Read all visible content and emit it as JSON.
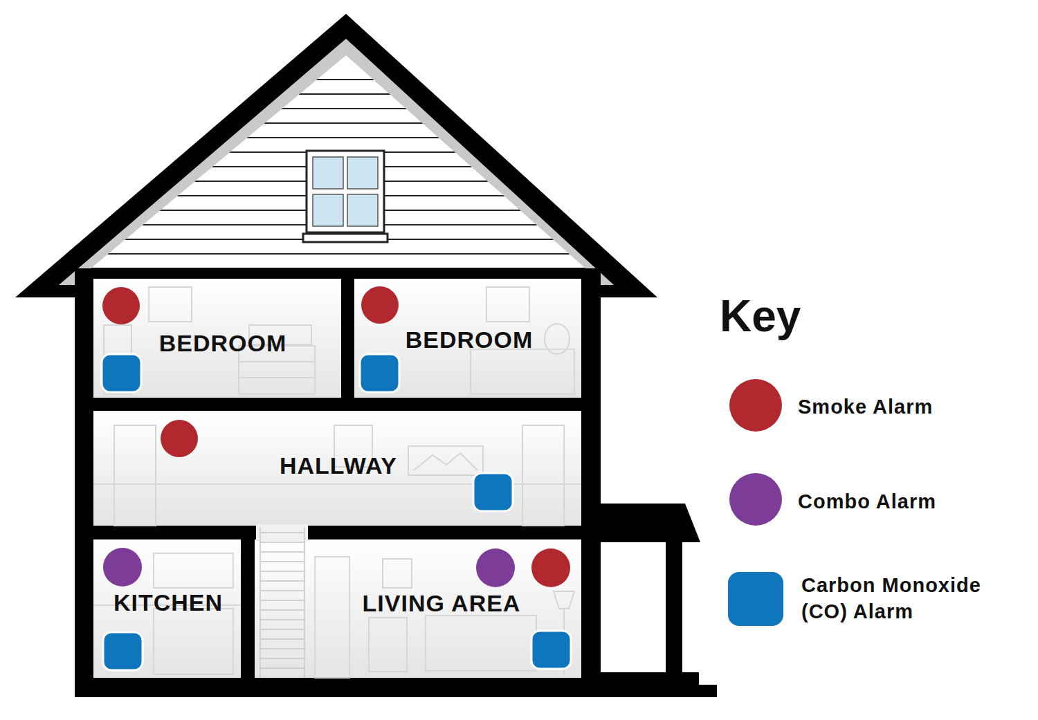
{
  "diagram": {
    "nodes": [
      {
        "text": [
          "BEDROOM"
        ]
      },
      {
        "text": [
          "BEDROOM"
        ]
      },
      {
        "text": [
          "HALLWAY"
        ]
      },
      {
        "text": [
          "KITCHEN"
        ]
      },
      {
        "text": [
          "LIVING AREA"
        ]
      }
    ],
    "labels": [
      "Key"
    ],
    "legend": [
      {
        "text": "Smoke Alarm",
        "color": "#b1282e"
      },
      {
        "text": "Combo Alarm",
        "color": "#7d3c97"
      },
      {
        "text": "Carbon Monoxide (CO) Alarm",
        "color": "#0f75bc"
      }
    ]
  }
}
